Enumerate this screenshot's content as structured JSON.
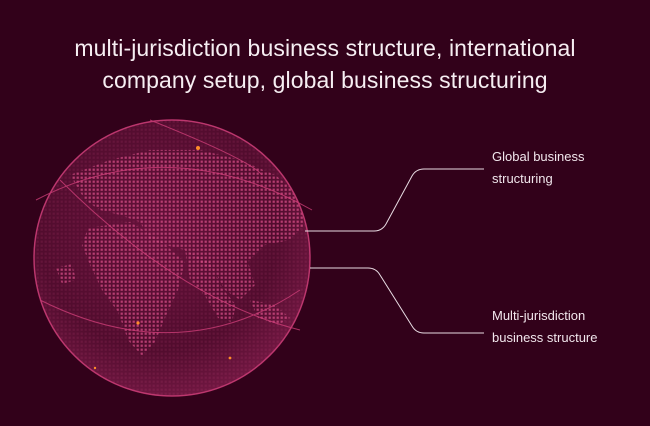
{
  "title": {
    "line1": "multi-jurisdiction business structure, international",
    "line2": "company setup, global business structuring"
  },
  "callouts": [
    {
      "line1": "Global business",
      "line2": "structuring"
    },
    {
      "line1": "Multi-jurisdiction",
      "line2": "business structure"
    }
  ],
  "colors": {
    "background": "#32011a",
    "globe": "#b6295f",
    "connector": "#e8dce3",
    "highlight": "#ff8c2a"
  },
  "icons": [
    "globe-icon"
  ]
}
